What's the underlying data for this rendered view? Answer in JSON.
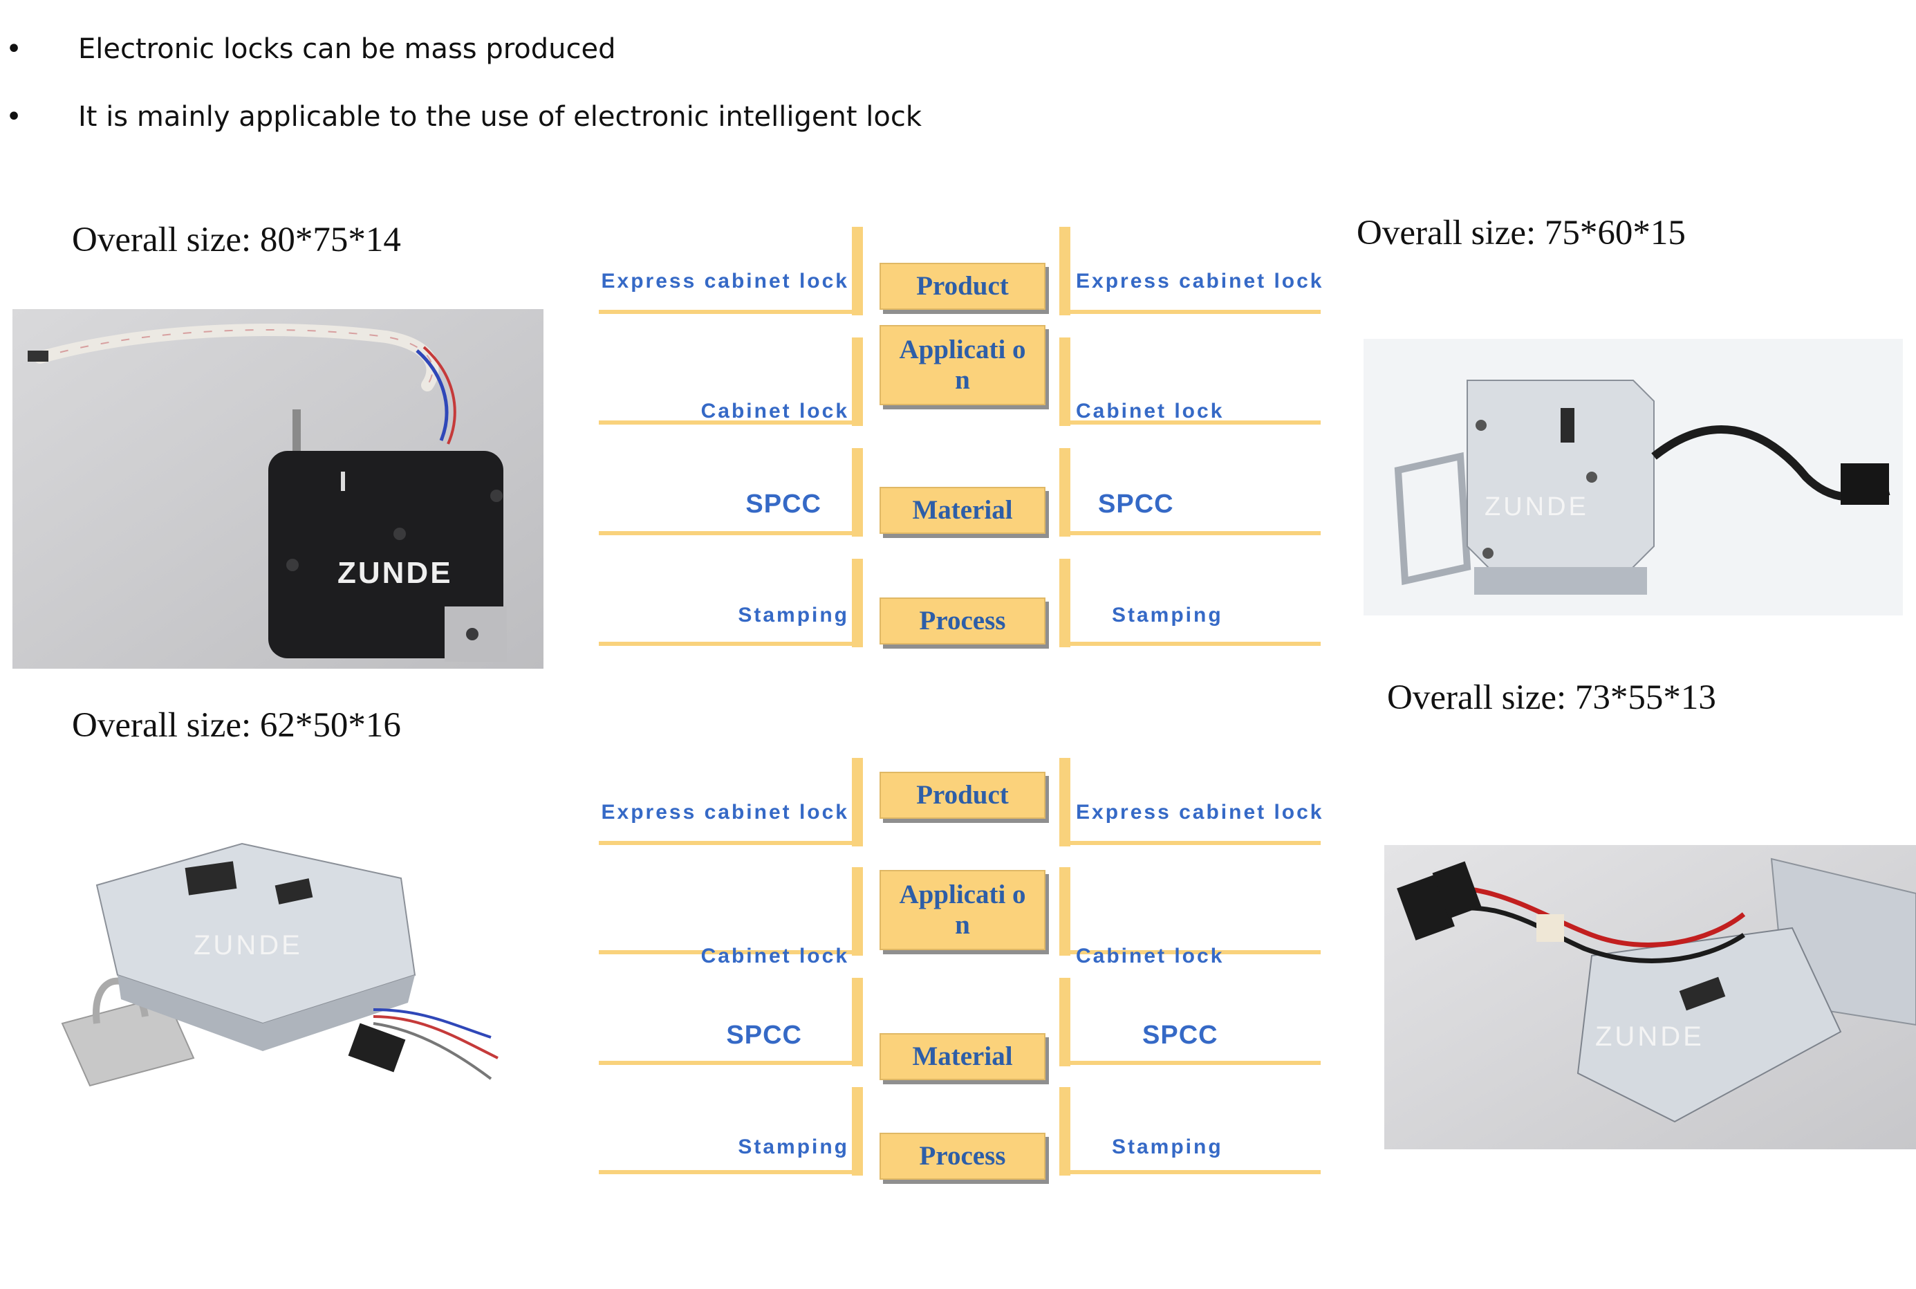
{
  "bullets": [
    "Electronic locks can be mass produced",
    "It is mainly applicable to the use of electronic intelligent lock"
  ],
  "bullet_symbol": "•",
  "sizes": {
    "top_left": "Overall size: 80*75*14",
    "bottom_left": "Overall size: 62*50*16",
    "top_right": "Overall size: 75*60*15",
    "bottom_right": "Overall size: 73*55*13"
  },
  "brand_on_product": "ZUNDE",
  "tables": [
    {
      "rows": [
        {
          "category": "Product",
          "left": "Express cabinet lock",
          "right": "Express cabinet lock"
        },
        {
          "category": "Applicati on",
          "left": "Cabinet lock",
          "right": "Cabinet lock"
        },
        {
          "category": "Material",
          "left": "SPCC",
          "right": "SPCC"
        },
        {
          "category": "Process",
          "left": "Stamping",
          "right": "Stamping"
        }
      ]
    },
    {
      "rows": [
        {
          "category": "Product",
          "left": "Express cabinet lock",
          "right": "Express cabinet lock"
        },
        {
          "category": "Applicati on",
          "left": "Cabinet lock",
          "right": "Cabinet lock"
        },
        {
          "category": "Material",
          "left": "SPCC",
          "right": "SPCC"
        },
        {
          "category": "Process",
          "left": "Stamping",
          "right": "Stamping"
        }
      ]
    }
  ],
  "colors": {
    "table_text": "#3569c6",
    "category_text": "#2d5ea8",
    "category_fill": "#fbd27b",
    "rule_color": "#f9d27c"
  }
}
